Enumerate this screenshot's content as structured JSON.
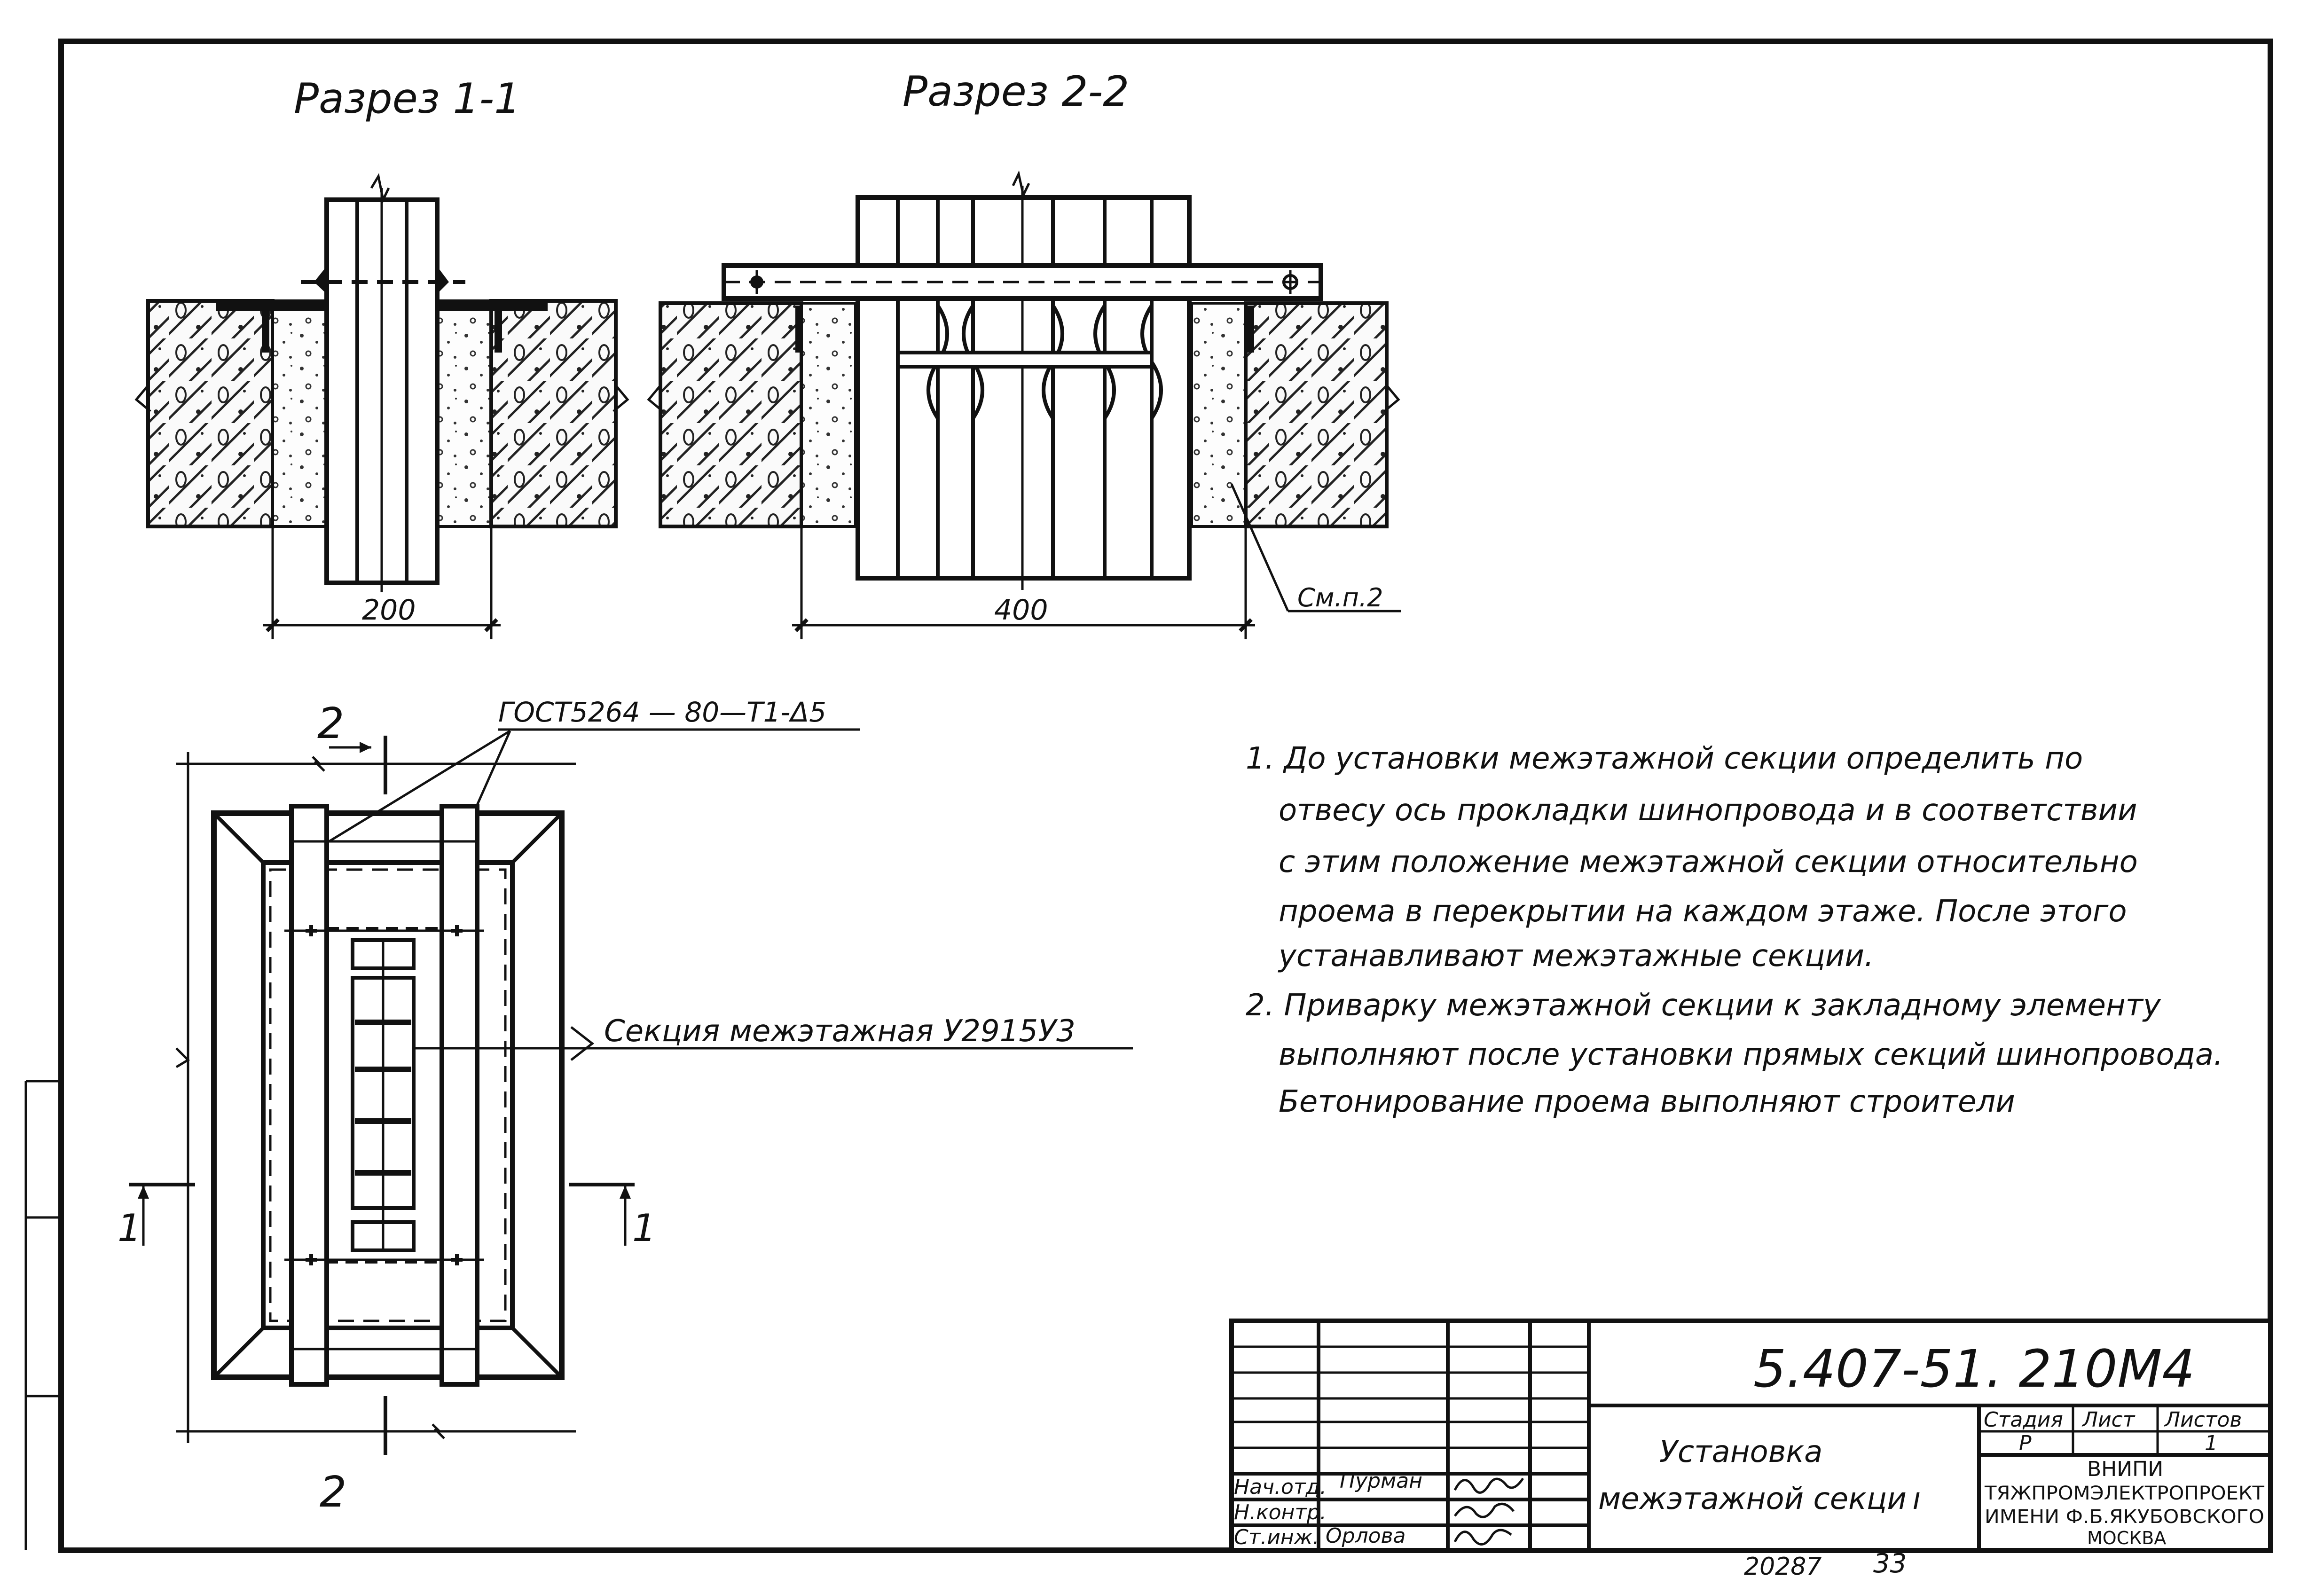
{
  "section_1_title": "Разрез 1-1",
  "section_2_title": "Разрез 2-2",
  "dim_200": "200",
  "dim_400": "400",
  "ref_note": "См.п.2",
  "weld_spec": "ГОСТ5264 — 80—Т1-Δ5",
  "section_label": "Секция межэтажная У2915У3",
  "cut_marks": {
    "a": "2",
    "b": "2",
    "c": "1",
    "d": "1"
  },
  "notes": [
    "1. До установки межэтажной секции определить по",
    "отвесу ось прокладки шинопровода и в соответствии",
    "с этим положение межэтажной секции относительно",
    "проема в перекрытии на каждом этаже. После этого",
    "устанавливают межэтажные секции.",
    "2. Приварку  межэтажной секции к закладному элементу",
    "выполняют  после установки прямых секций шинопровода.",
    "Бетонирование  проема  выполняют строители"
  ],
  "title_block": {
    "doc_code": "5.407-51. 210М4",
    "title_line1": "Установка",
    "title_line2": "межэтажной  секци ı",
    "stage_header": "Стадия",
    "sheet_header": "Лист",
    "sheets_header": "Листов",
    "stage": "Р",
    "sheet": "",
    "sheets": "1",
    "org_line1": "ВНИПИ",
    "org_line2": "ТЯЖПРОМЭЛЕКТРОПРОЕКТ",
    "org_line3": "ИМЕНИ Ф.Б.ЯКУБОВСКОГО",
    "org_line4": "МОСКВА",
    "roles": [
      "Нач.отд.",
      "Н.контр.",
      "Ст.инж."
    ],
    "names": [
      "Пурман",
      "",
      "Орлова"
    ]
  },
  "footer_code": "20287",
  "footer_page": "33"
}
